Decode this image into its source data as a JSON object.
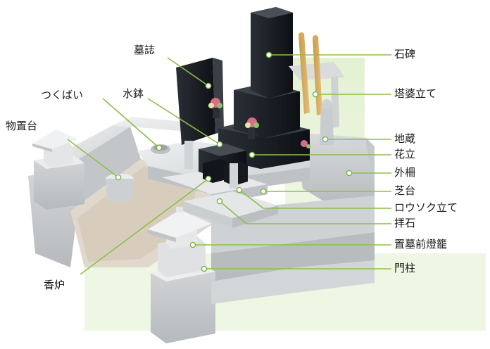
{
  "labels": {
    "boshi": "墓誌",
    "tsukubai": "つくばい",
    "mizubachi": "水鉢",
    "monooki": "物置台",
    "koro": "香炉",
    "sekihi": "石碑",
    "toba": "塔婆立て",
    "jizo": "地蔵",
    "hanatate": "花立",
    "sotosaku": "外柵",
    "shibadai": "芝台",
    "rousoku": "ロウソク立て",
    "haiseki": "拝石",
    "toro": "置墓前燈籠",
    "monchu": "門柱"
  },
  "colors": {
    "leader": "#8cc04b",
    "green_panel": "#dcefc7",
    "granite": "#d9dbdc",
    "black_stone": "#1a1d22"
  }
}
